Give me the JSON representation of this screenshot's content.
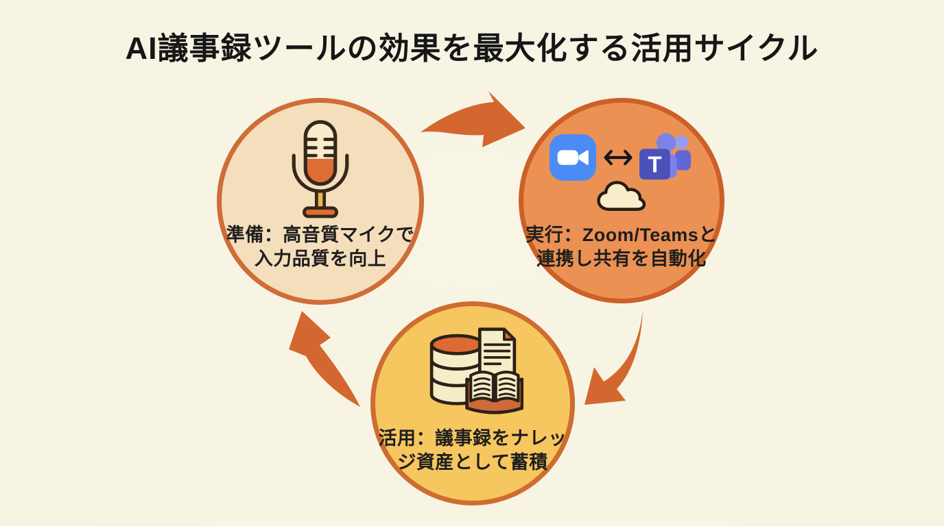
{
  "title": "AI議事録ツールの効果を最大化する活用サイクル",
  "steps": [
    {
      "id": "prepare",
      "lines": [
        "準備：高音質マイクで",
        "入力品質を向上"
      ],
      "icon": "microphone-icon",
      "circle_fill": "#f5debc",
      "circle_border": "#cf6c37"
    },
    {
      "id": "execute",
      "lines": [
        "実行：Zoom/Teamsと",
        "連携し共有を自動化"
      ],
      "icons": [
        "zoom-icon",
        "bidirectional-arrow-icon",
        "teams-icon",
        "cloud-icon"
      ],
      "teams_letter": "T",
      "circle_fill": "#eb9154",
      "circle_border": "#cc6026"
    },
    {
      "id": "utilize",
      "lines": [
        "活用：議事録をナレッ",
        "ジ資産として蓄積"
      ],
      "icon": "knowledge-database-icon",
      "circle_fill": "#f6c65f",
      "circle_border": "#cf6c2f"
    }
  ],
  "colors": {
    "background": "#f7f3e3",
    "arrow": "#d3672f",
    "title_text": "#161616",
    "label_text": "#1e1e1e",
    "zoom_blue": "#4a8bf5",
    "teams_square_purple": "#4a52ba",
    "teams_person_purple": "#7b82e8",
    "icon_outline_brown": "#33281a",
    "icon_cream": "#f8ecca",
    "icon_orange": "#dd6c35"
  }
}
